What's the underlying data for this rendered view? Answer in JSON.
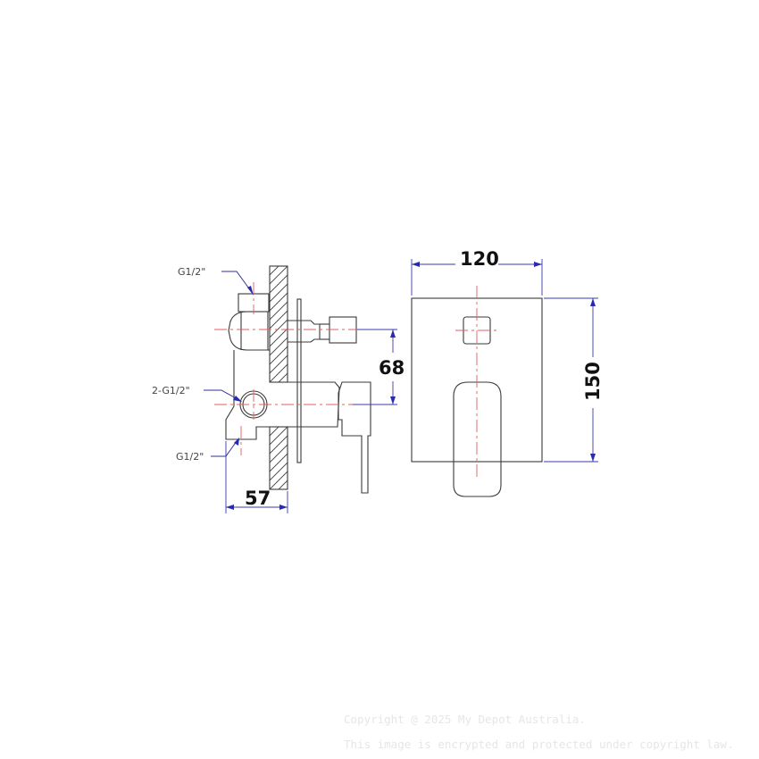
{
  "drawing": {
    "side_view": {
      "labels": {
        "top_inlet": "G1/2\"",
        "side_inlets": "2-G1/2\"",
        "bottom_outlet": "G1/2\""
      },
      "dimensions": {
        "depth": "57",
        "outlet_spacing": "68"
      }
    },
    "front_view": {
      "dimensions": {
        "width": "120",
        "height": "150"
      }
    }
  },
  "watermark": {
    "line1": "Copyright @ 2025 My Depot Australia.",
    "line2": "This image is encrypted and protected under copyright law."
  }
}
